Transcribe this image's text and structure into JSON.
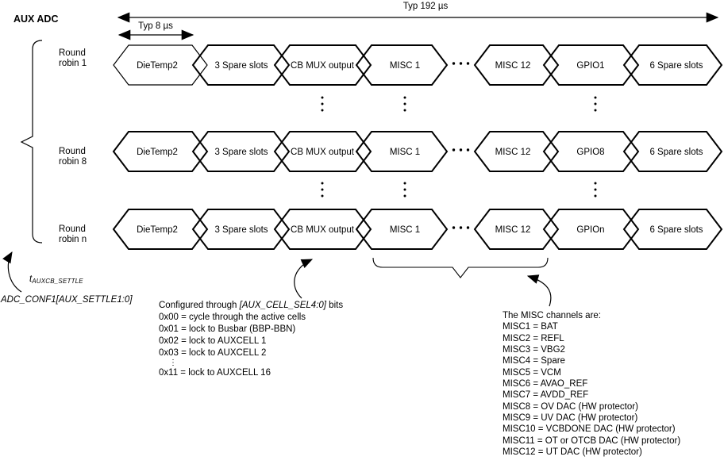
{
  "title": "AUX ADC",
  "timing": {
    "total_label": "Typ 192 µs",
    "slot_label": "Typ 8 µs"
  },
  "rows": [
    {
      "label1": "Round",
      "label2": "robin 1",
      "cells": [
        "DieTemp2",
        "3 Spare slots",
        "CB MUX output",
        "MISC 1",
        "MISC 12",
        "GPIO1",
        "6 Spare slots"
      ]
    },
    {
      "label1": "Round",
      "label2": "robin 8",
      "cells": [
        "DieTemp2",
        "3 Spare slots",
        "CB MUX output",
        "MISC 1",
        "MISC 12",
        "GPIO8",
        "6 Spare slots"
      ]
    },
    {
      "label1": "Round",
      "label2": "robin n",
      "cells": [
        "DieTemp2",
        "3 Spare slots",
        "CB MUX output",
        "MISC 1",
        "MISC 12",
        "GPIOn",
        "6 Spare slots"
      ]
    }
  ],
  "annotations": {
    "settle": {
      "symbol": "t",
      "subscript": "AUXCB_SETTLE",
      "register": "ADC_CONF1[AUX_SETTLE1:0]"
    },
    "cell_sel": {
      "intro_prefix": "Configured through ",
      "intro_register": "[AUX_CELL_SEL4:0]",
      "intro_suffix": " bits",
      "options": [
        "0x00 = cycle through the active cells",
        "0x01 = lock to Busbar (BBP-BBN)",
        "0x02 = lock to AUXCELL 1",
        "0x03 = lock to AUXCELL 2"
      ],
      "ellipsis": "⋮",
      "last_option": "0x11 = lock to AUXCELL 16"
    },
    "misc": {
      "heading": "The MISC channels are:",
      "channels": [
        "MISC1 = BAT",
        "MISC2 = REFL",
        "MISC3 = VBG2",
        "MISC4 = Spare",
        "MISC5 = VCM",
        "MISC6 = AVAO_REF",
        "MISC7 = AVDD_REF",
        "MISC8 = OV DAC (HW protector)",
        "MISC9 = UV DAC (HW protector)",
        "MISC10 = VCBDONE DAC (HW protector)",
        "MISC11 = OT or OTCB DAC (HW protector)",
        "MISC12 = UT DAC (HW protector)"
      ]
    }
  },
  "colors": {
    "ink": "#000000",
    "background": "#ffffff"
  }
}
